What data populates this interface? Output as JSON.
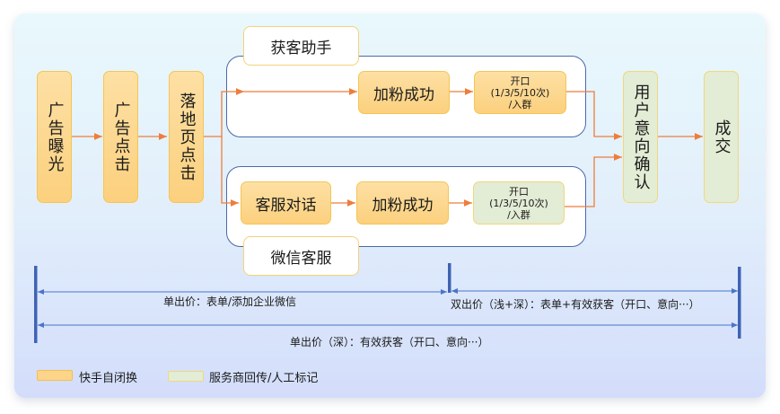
{
  "stages": {
    "ad_impression": "广告曝光",
    "ad_click": "广告点击",
    "landing_click": "落地页点击",
    "intent_confirm": "用户意向确认",
    "deal": "成交"
  },
  "group_top": {
    "title": "获客助手",
    "step1": "加粉成功",
    "step2": "开口\n(1/3/5/10次)\n/入群"
  },
  "group_bottom": {
    "title": "微信客服",
    "step0": "客服对话",
    "step1": "加粉成功",
    "step2": "开口\n(1/3/5/10次)\n/入群"
  },
  "bids": {
    "single_shallow": "单出价：表单/添加企业微信",
    "double": "双出价（浅+深）：表单+有效获客（开口、意向···）",
    "single_deep": "单出价（深）：有效获客（开口、意向···）"
  },
  "legend": [
    {
      "label": "快手自闭换",
      "color": "#fcd48a"
    },
    {
      "label": "服务商回传/人工标记",
      "color": "#e3ecd5"
    }
  ],
  "colors": {
    "arrow": "#ee7d3c",
    "bracket": "#3f63b4",
    "group_border": "#4a6aa8"
  }
}
